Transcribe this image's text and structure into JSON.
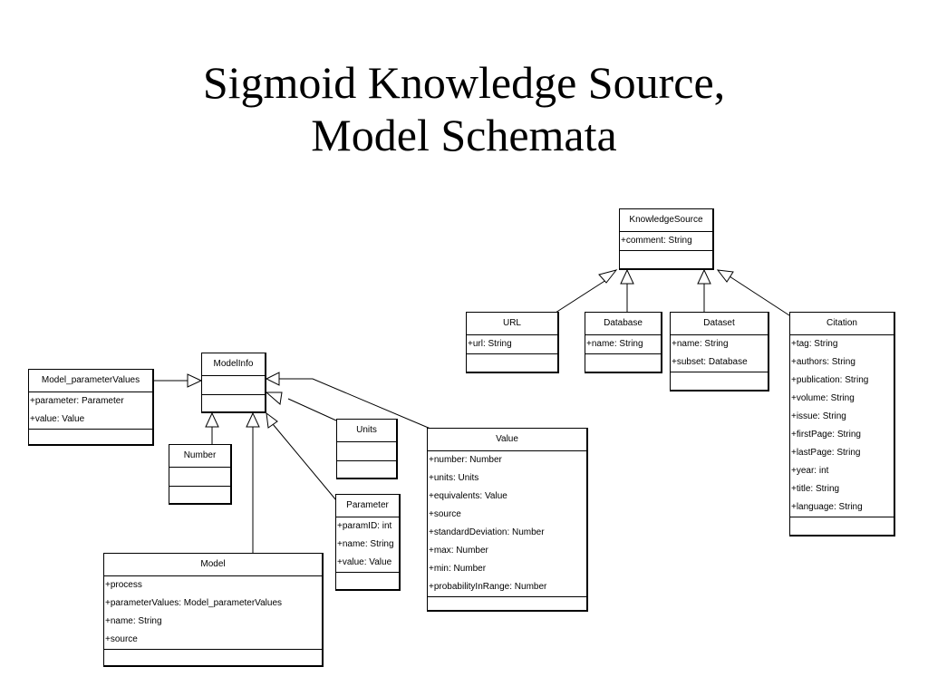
{
  "title": {
    "line1": "Sigmoid Knowledge Source,",
    "line2": "Model Schemata"
  },
  "classes": {
    "knowledgeSource": {
      "name": "KnowledgeSource",
      "attrs": [
        "+comment: String"
      ]
    },
    "url": {
      "name": "URL",
      "attrs": [
        "+url: String"
      ]
    },
    "database": {
      "name": "Database",
      "attrs": [
        "+name: String"
      ]
    },
    "dataset": {
      "name": "Dataset",
      "attrs": [
        "+name: String",
        "+subset: Database"
      ]
    },
    "citation": {
      "name": "Citation",
      "attrs": [
        "+tag: String",
        "+authors: String",
        "+publication: String",
        "+volume: String",
        "+issue: String",
        "+firstPage: String",
        "+lastPage: String",
        "+year: int",
        "+title: String",
        "+language: String"
      ]
    },
    "modelInfo": {
      "name": "ModelInfo",
      "attrs": []
    },
    "modelParameterValues": {
      "name": "Model_parameterValues",
      "attrs": [
        "+parameter: Parameter",
        "+value: Value"
      ]
    },
    "number": {
      "name": "Number",
      "attrs": []
    },
    "units": {
      "name": "Units",
      "attrs": []
    },
    "value": {
      "name": "Value",
      "attrs": [
        "+number: Number",
        "+units: Units",
        "+equivalents: Value",
        "+source",
        "+standardDeviation: Number",
        "+max: Number",
        "+min: Number",
        "+probabilityInRange: Number"
      ]
    },
    "parameter": {
      "name": "Parameter",
      "attrs": [
        "+paramID: int",
        "+name: String",
        "+value: Value"
      ]
    },
    "model": {
      "name": "Model",
      "attrs": [
        "+process",
        "+parameterValues: Model_parameterValues",
        "+name: String",
        "+source"
      ]
    }
  }
}
